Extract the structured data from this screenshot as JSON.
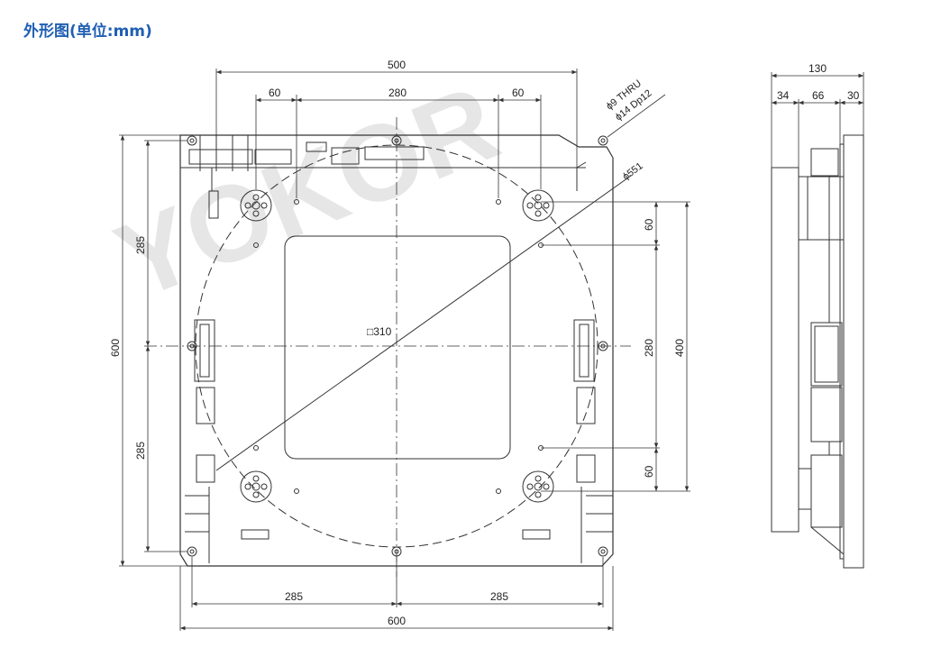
{
  "title": "外形图(单位:mm)",
  "watermark": "YOKOR",
  "colors": {
    "title": "#1f5fb3",
    "line": "#333333",
    "watermark": "#e6e6e6"
  },
  "front_view": {
    "dim_top_overall": "500",
    "dim_top_left": "60",
    "dim_top_mid": "280",
    "dim_top_right": "60",
    "hole_note_line1": "ϕ9 THRU",
    "hole_note_line2": "ϕ14 Dp12",
    "diameter_label": "ϕ551",
    "square_label": "□310",
    "dim_left_overall": "600",
    "dim_left_upper": "285",
    "dim_left_lower": "285",
    "dim_right_top": "60",
    "dim_right_mid": "280",
    "dim_right_bottom": "60",
    "dim_right_overall": "400",
    "dim_bottom_left": "285",
    "dim_bottom_right": "285",
    "dim_bottom_overall": "600"
  },
  "side_view": {
    "dim_overall": "130",
    "dim_a": "34",
    "dim_b": "66",
    "dim_c": "30"
  }
}
